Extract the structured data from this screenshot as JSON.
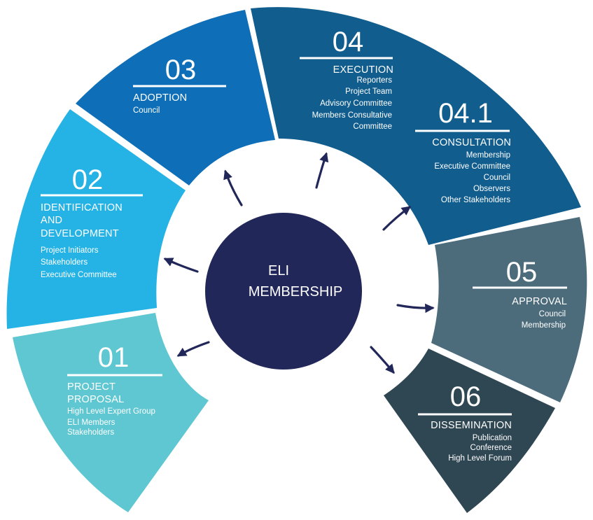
{
  "center": {
    "line1": "ELI",
    "line2": "MEMBERSHIP"
  },
  "colors": {
    "seg01": "#5ec7d1",
    "seg02": "#25b3e6",
    "seg03": "#0e6fb8",
    "seg04": "#115d8e",
    "seg05": "#4c6c7c",
    "seg06": "#2f4653",
    "center": "#22275a",
    "arrow": "#22275a",
    "text": "#ffffff"
  },
  "stages": {
    "s01": {
      "number": "01",
      "title": [
        "PROJECT",
        "PROPOSAL"
      ],
      "items": [
        "High Level Expert Group",
        "ELI Members",
        "Stakeholders"
      ]
    },
    "s02": {
      "number": "02",
      "title": [
        "IDENTIFICATION",
        "AND",
        "DEVELOPMENT"
      ],
      "items": [
        "Project Initiators",
        "Stakeholders",
        "Executive Committee"
      ]
    },
    "s03": {
      "number": "03",
      "title": [
        "ADOPTION"
      ],
      "items": [
        "Council"
      ]
    },
    "s04": {
      "number": "04",
      "title": [
        "EXECUTION"
      ],
      "items": [
        "Reporters",
        "Project Team",
        "Advisory Committee",
        "Members Consultative",
        "Committee"
      ]
    },
    "s041": {
      "number": "04.1",
      "title": [
        "CONSULTATION"
      ],
      "items": [
        "Membership",
        "Executive Committee",
        "Council",
        "Observers",
        "Other Stakeholders"
      ]
    },
    "s05": {
      "number": "05",
      "title": [
        "APPROVAL"
      ],
      "items": [
        "Council",
        "Membership"
      ]
    },
    "s06": {
      "number": "06",
      "title": [
        "DISSEMINATION"
      ],
      "items": [
        "Publication",
        "Conference",
        "High Level Forum"
      ]
    }
  }
}
